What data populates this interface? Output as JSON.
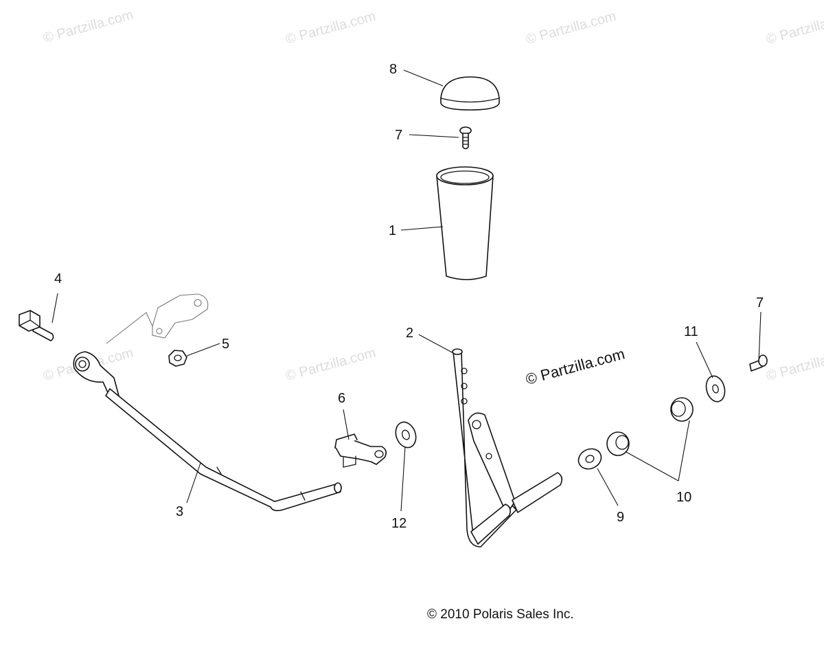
{
  "watermark_text": "© Partzilla.com",
  "main_watermark": "© Partzilla.com",
  "copyright": "© 2010 Polaris Sales Inc.",
  "callouts": [
    "8",
    "7",
    "1",
    "4",
    "5",
    "2",
    "7",
    "11",
    "6",
    "3",
    "12",
    "10",
    "9"
  ]
}
